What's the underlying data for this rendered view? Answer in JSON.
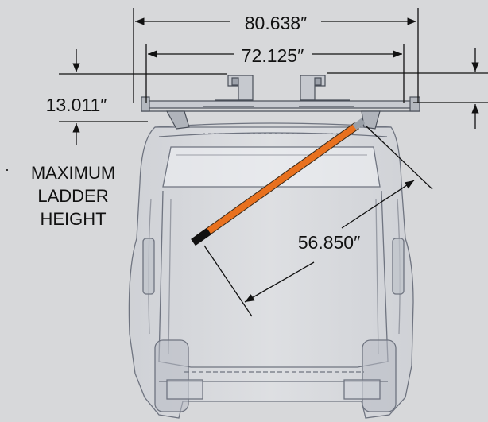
{
  "dimensions": {
    "overall_width": "80.638″",
    "inner_width": "72.125″",
    "height": "13.011″",
    "ladder_length": "56.850″"
  },
  "side_label": {
    "line1": "MAXIMUM",
    "line2": "LADDER",
    "line3": "HEIGHT"
  },
  "colors": {
    "background": "#d7d8da",
    "ladder": "#e8711f",
    "ladder_cap": "#111111",
    "dimension_line": "#111111",
    "van_outline": "#6f7480"
  }
}
